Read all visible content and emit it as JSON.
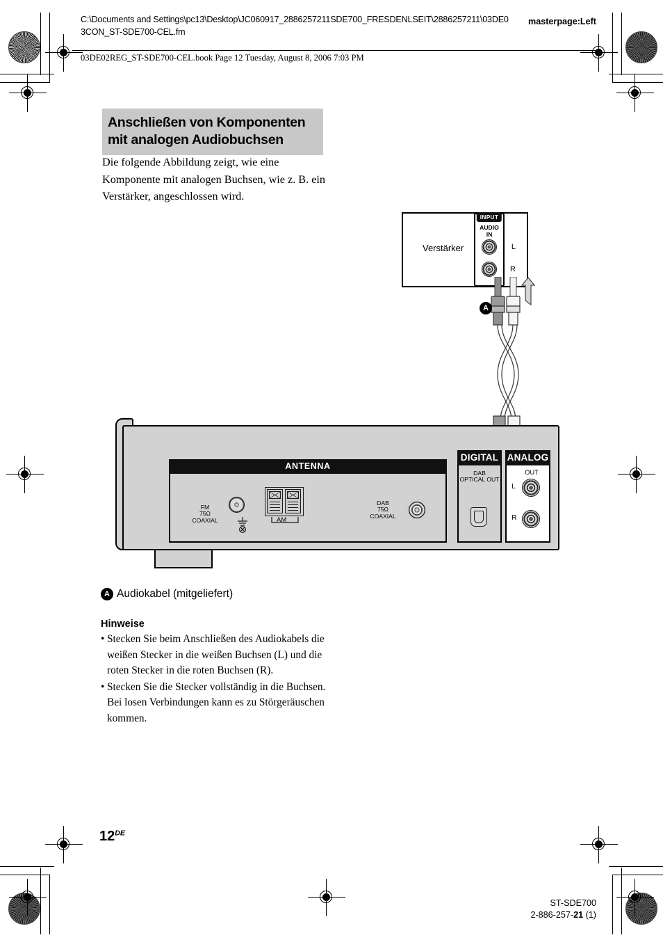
{
  "header": {
    "path": "C:\\Documents and Settings\\pc13\\Desktop\\JC060917_2886257211SDE700_FRESDENLSEIT\\2886257211\\03DE03CON_ST-SDE700-CEL.fm",
    "masterpage": "masterpage:Left",
    "book_line": "03DE02REG_ST-SDE700-CEL.book  Page 12  Tuesday, August 8, 2006  7:03 PM"
  },
  "section": {
    "title": "Anschließen von Komponenten mit analogen Audiobuchsen",
    "intro": "Die folgende Abbildung zeigt, wie eine Komponente mit analogen Buchsen, wie z. B. ein Verstärker, angeschlossen wird."
  },
  "diagram": {
    "amplifier": {
      "label": "Verstärker",
      "input_tab": "INPUT",
      "audio_in_line1": "AUDIO",
      "audio_in_line2": "IN",
      "jack_left": "L",
      "jack_right": "R"
    },
    "cable_callout": "A",
    "tuner": {
      "antenna_bar": "ANTENNA",
      "fm_caption": "FM\n75Ω\nCOAXIAL",
      "fm_line1": "FM",
      "fm_line2": "75Ω",
      "fm_line3": "COAXIAL",
      "am_caption": "AM",
      "dab_line1": "DAB",
      "dab_line2": "75Ω",
      "dab_line3": "COAXIAL",
      "digital_head": "DIGITAL",
      "digital_line1": "DAB",
      "digital_line2": "OPTICAL OUT",
      "analog_head": "ANALOG",
      "analog_out": "OUT",
      "analog_left": "L",
      "analog_right": "R"
    }
  },
  "legend": {
    "marker": "A",
    "text": "Audiokabel (mitgeliefert)"
  },
  "notes": {
    "title": "Hinweise",
    "items": [
      "Stecken Sie beim Anschließen des Audiokabels die weißen Stecker in die weißen Buchsen (L) und die roten Stecker in die roten Buchsen (R).",
      "Stecken Sie die Stecker vollständig in die Buchsen. Bei losen Verbindungen kann es zu Störgeräuschen kommen."
    ]
  },
  "footer": {
    "page_number": "12",
    "page_suffix": "DE",
    "model": "ST-SDE700",
    "part_prefix": "2-886-257-",
    "part_bold": "21",
    "part_suffix": " (1)"
  },
  "colors": {
    "title_bg": "#c8c8c8",
    "device_body": "#d2d2d2",
    "panel_black": "#111111",
    "ink": "#000000"
  }
}
